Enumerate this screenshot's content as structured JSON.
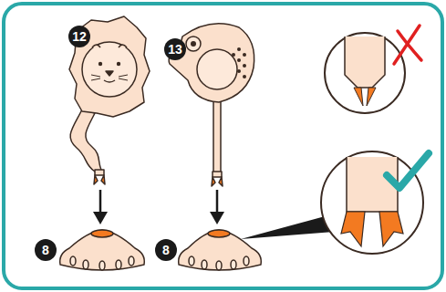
{
  "diagram": {
    "labels": [
      "12",
      "13",
      "8",
      "8"
    ]
  }
}
